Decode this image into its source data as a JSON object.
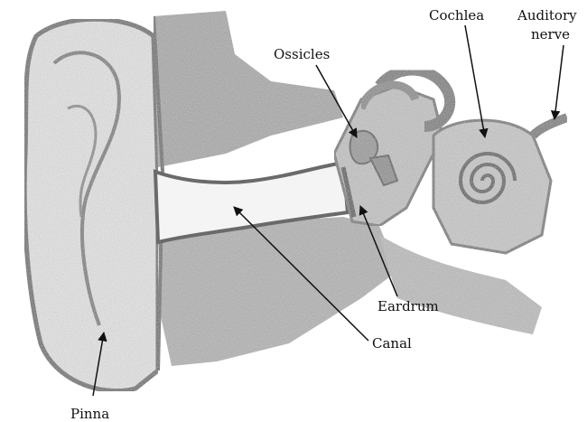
{
  "labels": {
    "ossicles": "Ossicles",
    "cochlea": "Cochlea",
    "auditory_nerve_line1": "Auditory",
    "auditory_nerve_line2": "nerve",
    "eardrum": "Eardrum",
    "canal": "Canal",
    "pinna": "Pinna"
  },
  "colors": {
    "background": "#ffffff",
    "tissue_fill": "#b9b9b9",
    "tissue_dark": "#8a8a8a",
    "outline": "#6a6a6a",
    "text": "#111111"
  }
}
